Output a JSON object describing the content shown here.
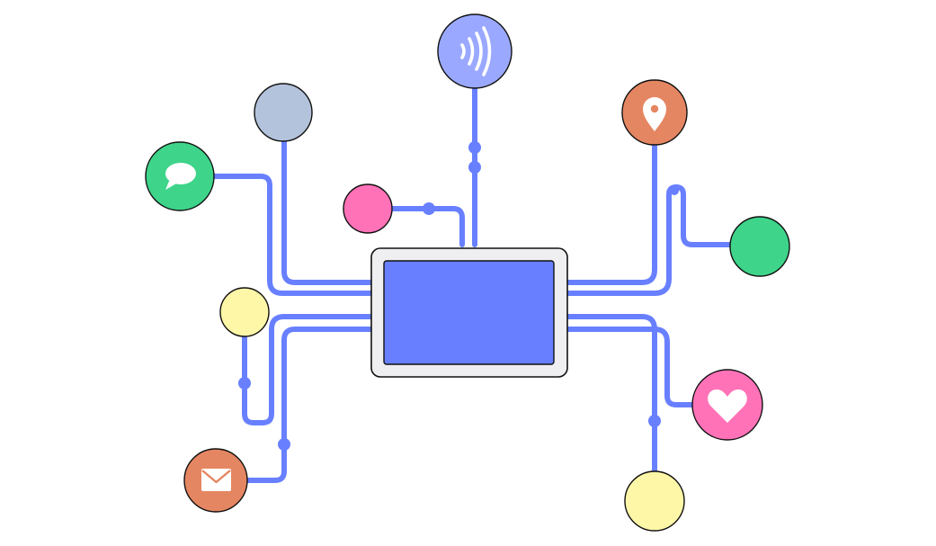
{
  "colors": {
    "background": "#ffffff",
    "wire": "#6880ff",
    "stroke": "#111111",
    "hub_frame": "#efeff1",
    "hub_screen": "#6880ff",
    "icon_glyph": "#ffffff"
  },
  "hub": {
    "name": "central-screen"
  },
  "nodes": [
    {
      "id": "signal",
      "icon": "contactless-signal-icon",
      "color": "#9aa9ff"
    },
    {
      "id": "chat",
      "icon": "chat-bubble-icon",
      "color": "#3ed48a"
    },
    {
      "id": "mail",
      "icon": "envelope-icon",
      "color": "#e58662"
    },
    {
      "id": "location",
      "icon": "location-pin-icon",
      "color": "#e58662"
    },
    {
      "id": "heart",
      "icon": "heart-icon",
      "color": "#ff72b8"
    },
    {
      "id": "slate",
      "icon": "",
      "color": "#b3c3dc"
    },
    {
      "id": "pink",
      "icon": "",
      "color": "#ff72b8"
    },
    {
      "id": "yellow-left",
      "icon": "",
      "color": "#fff7a8"
    },
    {
      "id": "green-right",
      "icon": "",
      "color": "#3ed48a"
    },
    {
      "id": "yellow-bottom",
      "icon": "",
      "color": "#fff7a8"
    }
  ]
}
